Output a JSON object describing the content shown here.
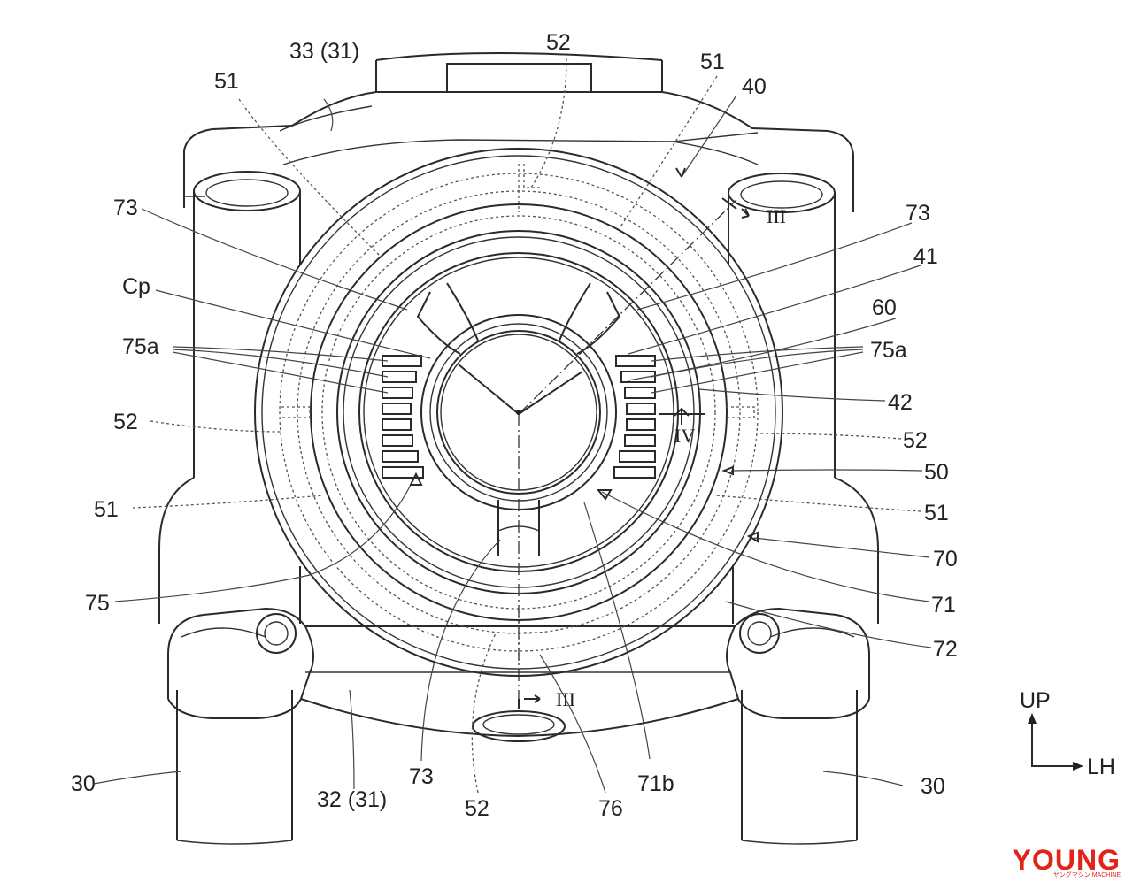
{
  "labels": {
    "l33": "33 (31)",
    "l52_top": "52",
    "l51_tl": "51",
    "l51_tr": "51",
    "l40": "40",
    "l73_l": "73",
    "l73_r": "73",
    "l41": "41",
    "cp": "Cp",
    "l60": "60",
    "l75a_l": "75a",
    "l75a_r": "75a",
    "l42": "42",
    "l52_l": "52",
    "l52_r": "52",
    "l50": "50",
    "l51_l": "51",
    "l51_r": "51",
    "l70": "70",
    "l75": "75",
    "l71": "71",
    "l72": "72",
    "l30_l": "30",
    "l30_r": "30",
    "l32": "32 (31)",
    "l73_b": "73",
    "l52_b": "52",
    "l76": "76",
    "l71b": "71b"
  },
  "section_marks": {
    "iii_top": "III",
    "iv": "IV",
    "iii_bottom": "III"
  },
  "direction_axes": {
    "up": "UP",
    "right": "LH"
  },
  "watermark": {
    "main": "YOUNG",
    "sub": "ヤングマシン MACHINE"
  }
}
